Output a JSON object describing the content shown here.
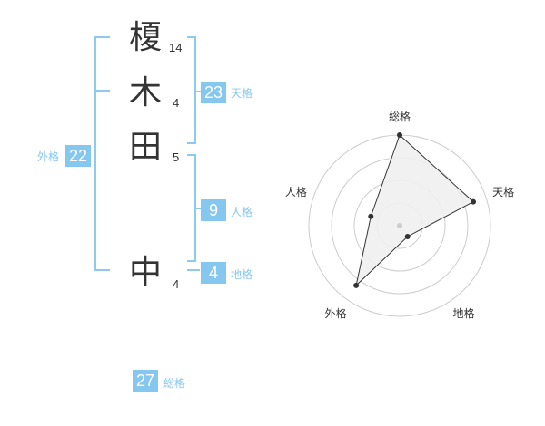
{
  "name": {
    "chars": [
      {
        "char": "榎",
        "strokes": "14"
      },
      {
        "char": "木",
        "strokes": "4"
      },
      {
        "char": "田",
        "strokes": "5"
      },
      {
        "char": "中",
        "strokes": "4"
      }
    ]
  },
  "kakusu": {
    "tenkaku": {
      "value": "23",
      "label": "天格"
    },
    "jinkaku": {
      "value": "9",
      "label": "人格"
    },
    "chikaku": {
      "value": "4",
      "label": "地格"
    },
    "gaikaku": {
      "value": "22",
      "label": "外格"
    },
    "soukaku": {
      "value": "27",
      "label": "総格"
    }
  },
  "chart_data": {
    "type": "radar",
    "axes": [
      "総格",
      "天格",
      "地格",
      "外格",
      "人格"
    ],
    "values": [
      27,
      23,
      4,
      22,
      9
    ],
    "max": 27,
    "rings": 4,
    "colors": {
      "fill": "#efefef",
      "stroke": "#333333",
      "grid": "#cccccc",
      "center": "#cccccc"
    }
  },
  "colors": {
    "accent": "#86c7ef",
    "bracket": "#8ec9ee",
    "text": "#333333"
  }
}
